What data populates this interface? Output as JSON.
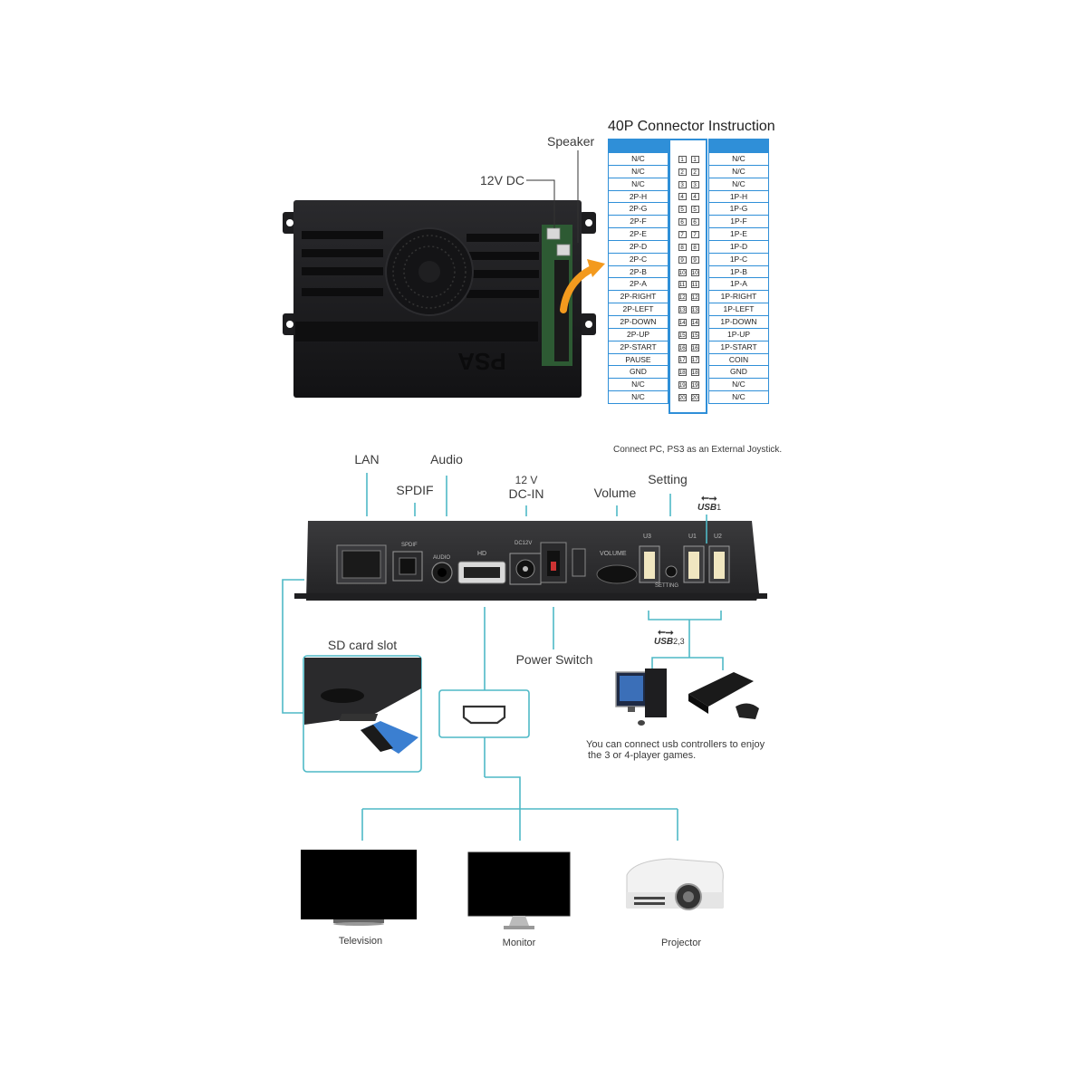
{
  "top_section": {
    "connector_title": "40P Connector Instruction",
    "speaker_label": "Speaker",
    "dc12_label": "12V DC",
    "board_logo": "PSA"
  },
  "pinout": {
    "left": [
      "N/C",
      "N/C",
      "N/C",
      "2P-H",
      "2P-G",
      "2P-F",
      "2P-E",
      "2P-D",
      "2P-C",
      "2P-B",
      "2P-A",
      "2P-RIGHT",
      "2P-LEFT",
      "2P-DOWN",
      "2P-UP",
      "2P-START",
      "PAUSE",
      "GND",
      "N/C",
      "N/C"
    ],
    "right": [
      "N/C",
      "N/C",
      "N/C",
      "1P-H",
      "1P-G",
      "1P-F",
      "1P-E",
      "1P-D",
      "1P-C",
      "1P-B",
      "1P-A",
      "1P-RIGHT",
      "1P-LEFT",
      "1P-DOWN",
      "1P-UP",
      "1P-START",
      "COIN",
      "GND",
      "N/C",
      "N/C"
    ],
    "numbers": [
      "1",
      "2",
      "3",
      "4",
      "5",
      "6",
      "7",
      "8",
      "9",
      "10",
      "11",
      "12",
      "13",
      "14",
      "15",
      "16",
      "17",
      "18",
      "19",
      "20"
    ]
  },
  "ports": {
    "lan": "LAN",
    "audio": "Audio",
    "spdif": "SPDIF",
    "dc12": "12 V",
    "dcin": "DC-IN",
    "volume": "Volume",
    "setting": "Setting",
    "joystick_note": "Connect PC, PS3 as an External Joystick.",
    "usb1": "USB",
    "usb1_num": "1",
    "usb23": "USB",
    "usb23_num": "2,3",
    "sd_card": "SD card slot",
    "power_switch": "Power Switch",
    "usb_note_line1": "You can connect usb controllers to enjoy",
    "usb_note_line2": "the 3 or 4-player games."
  },
  "panel_labels": {
    "spdif": "SPDIF",
    "audio": "AUDIO",
    "hd": "HD",
    "dc": "DC12V",
    "volume": "VOLUME",
    "setting": "SETTING",
    "u3": "U3",
    "u1": "U1",
    "u2": "U2"
  },
  "displays": {
    "television": "Television",
    "monitor": "Monitor",
    "projector": "Projector"
  },
  "colors": {
    "connector_line": "#4fb9c6",
    "table_blue": "#2f8fd8",
    "arrow_orange": "#f39a1e",
    "device_black": "#1b1b1d"
  }
}
